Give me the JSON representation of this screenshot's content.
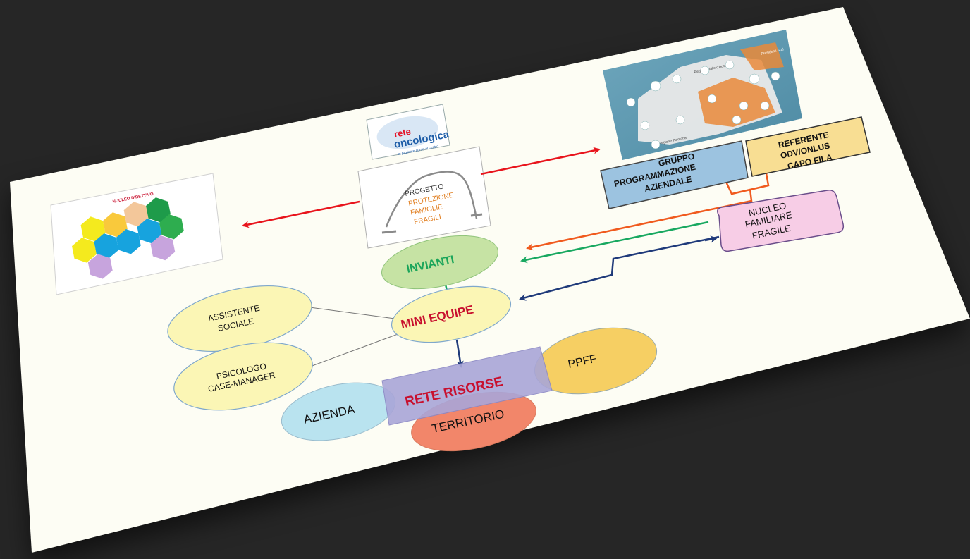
{
  "logo": {
    "line1": "rete",
    "line2": "oncologica",
    "tagline": "al paziente come al centro"
  },
  "project": {
    "line1": "PROGETTO",
    "line2": "PROTEZIONE",
    "line3": "FAMIGLIE",
    "line4": "FRAGILI"
  },
  "thumbnail": {
    "title": "NUCLEO DIRETTIVO"
  },
  "map": {
    "region_label_1": "Regione Valle d'Aosta",
    "region_label_2": "Presidenti Sud",
    "region_label_3": "Regione Piemonte"
  },
  "boxes": {
    "gruppo_1": "GRUPPO",
    "gruppo_2": "PROGRAMMAZIONE",
    "gruppo_3": "AZIENDALE",
    "referente_1": "REFERENTE",
    "referente_2": "ODV/ONLUS",
    "referente_3": "CAPO FILA",
    "nucleo_1": "NUCLEO",
    "nucleo_2": "FAMILIARE",
    "nucleo_3": "FRAGILE"
  },
  "ellipses": {
    "invianti": "INVIANTI",
    "mini_equipe": "MINI EQUIPE",
    "assistente_1": "ASSISTENTE",
    "assistente_2": "SOCIALE",
    "psicologo_1": "PSICOLOGO",
    "psicologo_2": "CASE-MANAGER",
    "rete_risorse": "RETE RISORSE",
    "ppff": "PPFF",
    "azienda": "AZIENDA",
    "territorio": "TERRITORIO"
  },
  "colors": {
    "background": "#262626",
    "sheet": "#fdfdf4",
    "red_arrow": "#e8141c",
    "orange_arrow": "#f05a1e",
    "green_arrow": "#18a860",
    "navy_arrow": "#1f3a7a",
    "invianti_fill": "#c6e3a4",
    "invianti_text": "#1aa55a",
    "mini_equipe_fill": "#fbf6b5",
    "mini_equipe_text": "#c8102e",
    "gruppo_fill": "#9cc3e0",
    "referente_fill": "#f8de93",
    "nucleo_fill": "#f7cde6",
    "rete_fill": "#a9a6d8",
    "ppff_fill": "#f6cf63",
    "azienda_fill": "#b9e3ef",
    "territorio_fill": "#f2866a"
  }
}
